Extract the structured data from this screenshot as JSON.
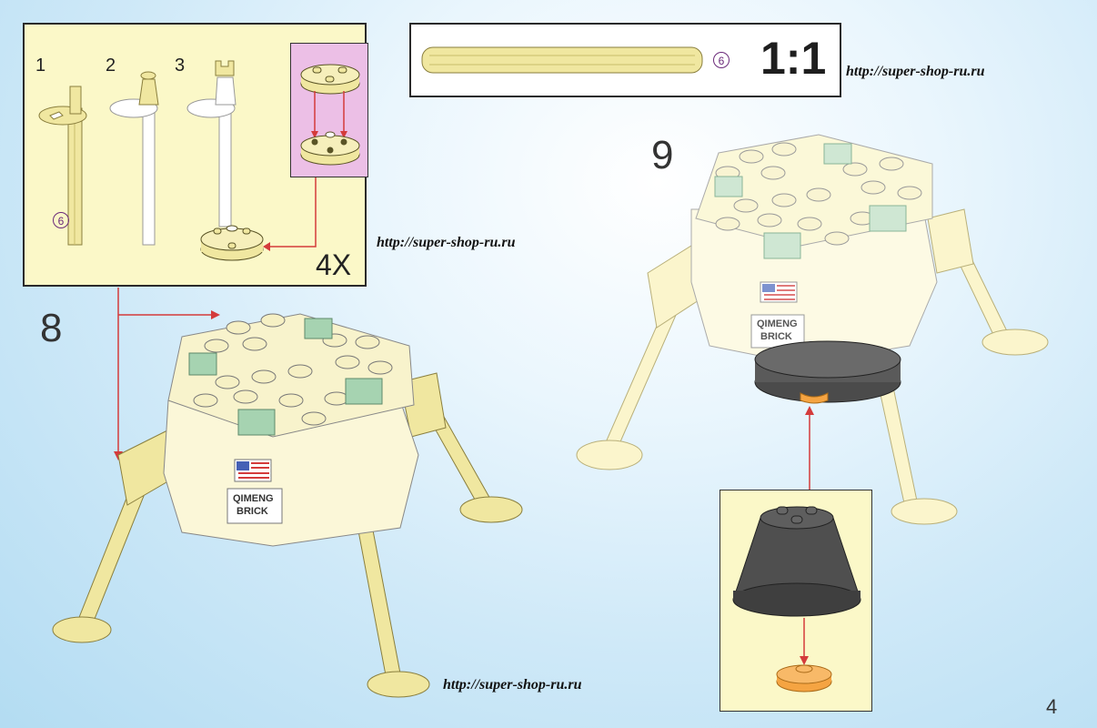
{
  "callout": {
    "substeps": [
      "1",
      "2",
      "3"
    ],
    "multiplier": "4X",
    "part_id": "6"
  },
  "scale": {
    "part_id": "6",
    "ratio": "1:1"
  },
  "steps": {
    "step8": "8",
    "step9": "9"
  },
  "watermarks": {
    "top_right": "http://super-shop-ru.ru",
    "middle": "http://super-shop-ru.ru",
    "bottom": "http://super-shop-ru.ru"
  },
  "model": {
    "sticker_text_line1": "QIMENG",
    "sticker_text_line2": "BRICK"
  },
  "page_number": "4",
  "colors": {
    "callout_bg": "#fbf8c8",
    "inset_pink": "#ecbfe6",
    "tan": "#f0e7a0",
    "dark_gray": "#555555",
    "trans_green": "#a6d3b1",
    "arrow_red": "#d43b3b",
    "orange": "#f5a442"
  }
}
